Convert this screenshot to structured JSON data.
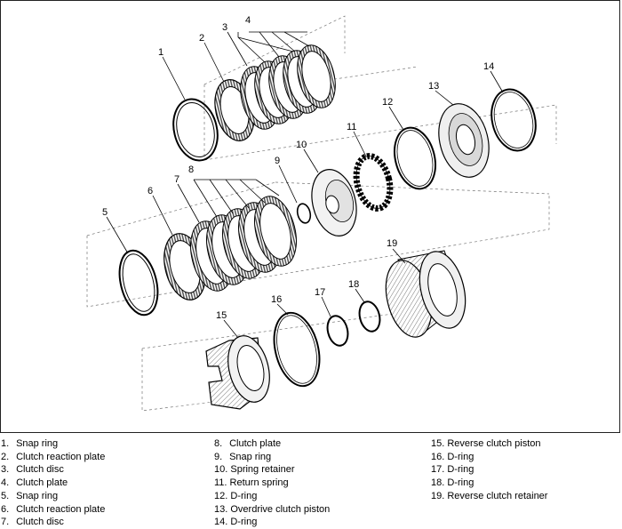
{
  "callouts": [
    "1",
    "2",
    "3",
    "4",
    "5",
    "6",
    "7",
    "8",
    "9",
    "10",
    "11",
    "12",
    "13",
    "14",
    "15",
    "16",
    "17",
    "18",
    "19"
  ],
  "legend": {
    "col1": [
      {
        "num": "1.",
        "label": "Snap ring"
      },
      {
        "num": "2.",
        "label": "Clutch reaction plate"
      },
      {
        "num": "3.",
        "label": "Clutch disc"
      },
      {
        "num": "4.",
        "label": "Clutch plate"
      },
      {
        "num": "5.",
        "label": "Snap ring"
      },
      {
        "num": "6.",
        "label": "Clutch reaction plate"
      },
      {
        "num": "7.",
        "label": "Clutch disc"
      }
    ],
    "col2": [
      {
        "num": "8.",
        "label": "Clutch plate"
      },
      {
        "num": "9.",
        "label": "Snap ring"
      },
      {
        "num": "10.",
        "label": "Spring retainer"
      },
      {
        "num": "11.",
        "label": "Return spring"
      },
      {
        "num": "12.",
        "label": "D-ring"
      },
      {
        "num": "13.",
        "label": "Overdrive clutch piston"
      },
      {
        "num": "14.",
        "label": "D-ring"
      }
    ],
    "col3": [
      {
        "num": "15.",
        "label": "Reverse clutch piston"
      },
      {
        "num": "16.",
        "label": "D-ring"
      },
      {
        "num": "17.",
        "label": "D-ring"
      },
      {
        "num": "18.",
        "label": "D-ring"
      },
      {
        "num": "19.",
        "label": "Reverse clutch retainer"
      }
    ]
  }
}
